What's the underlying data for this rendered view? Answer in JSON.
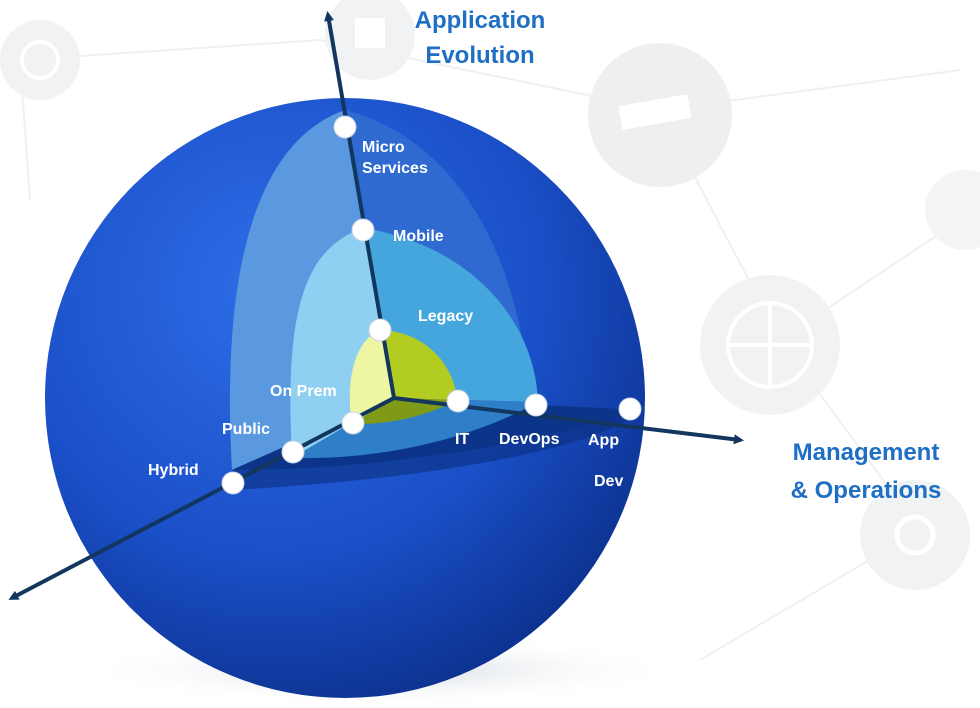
{
  "axes": {
    "vertical": {
      "title_line1": "Application",
      "title_line2": "Evolution"
    },
    "horizontal": {
      "title_line1": "Management",
      "title_line2": "& Operations"
    }
  },
  "labels": {
    "micro_line1": "Micro",
    "micro_line2": "Services",
    "mobile": "Mobile",
    "legacy": "Legacy",
    "on_prem": "On Prem",
    "public": "Public",
    "hybrid": "Hybrid",
    "it": "IT",
    "devops": "DevOps",
    "app_line1": "App",
    "app_line2": "Dev"
  },
  "colors": {
    "title": "#1f6fc4",
    "arrow": "#12365e",
    "label_text": "#ffffff",
    "sphere_outer": "#1a55c8",
    "middle_shell": "#4fa6dd",
    "inner_core": "#b6cc27"
  },
  "background_icons": [
    "clock-icon",
    "download-icon",
    "camera-icon",
    "globe-icon",
    "gear-icon"
  ]
}
